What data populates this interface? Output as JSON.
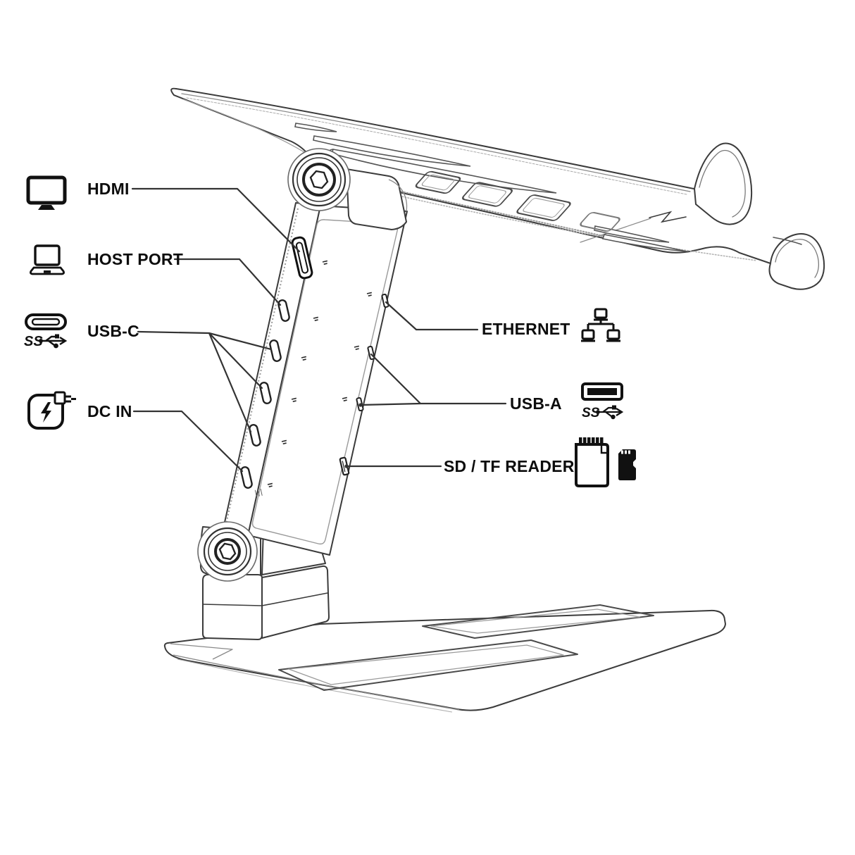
{
  "diagram": {
    "background_color": "#ffffff",
    "ink_color": "#111111",
    "line_art_color": "#3b3b3b",
    "subject": "folding-laptop-stand-with-docking-hub",
    "callouts_left": [
      {
        "label": "HDMI",
        "icon": "monitor-icon",
        "ports_indicated": 1
      },
      {
        "label": "HOST PORT",
        "icon": "laptop-icon",
        "ports_indicated": 1
      },
      {
        "label": "USB-C",
        "icon": "usb-c-connector-superspeed-icon",
        "ports_indicated": 3
      },
      {
        "label": "DC IN",
        "icon": "power-adapter-icon",
        "ports_indicated": 1
      }
    ],
    "callouts_right": [
      {
        "label": "ETHERNET",
        "icon": "network-nodes-icon",
        "ports_indicated": 1
      },
      {
        "label": "USB-A",
        "icon": "usb-a-connector-superspeed-icon",
        "ports_indicated": 2
      },
      {
        "label": "SD / TF READER",
        "icon": "sd-card-and-microsd-icon",
        "ports_indicated": 1
      }
    ]
  }
}
